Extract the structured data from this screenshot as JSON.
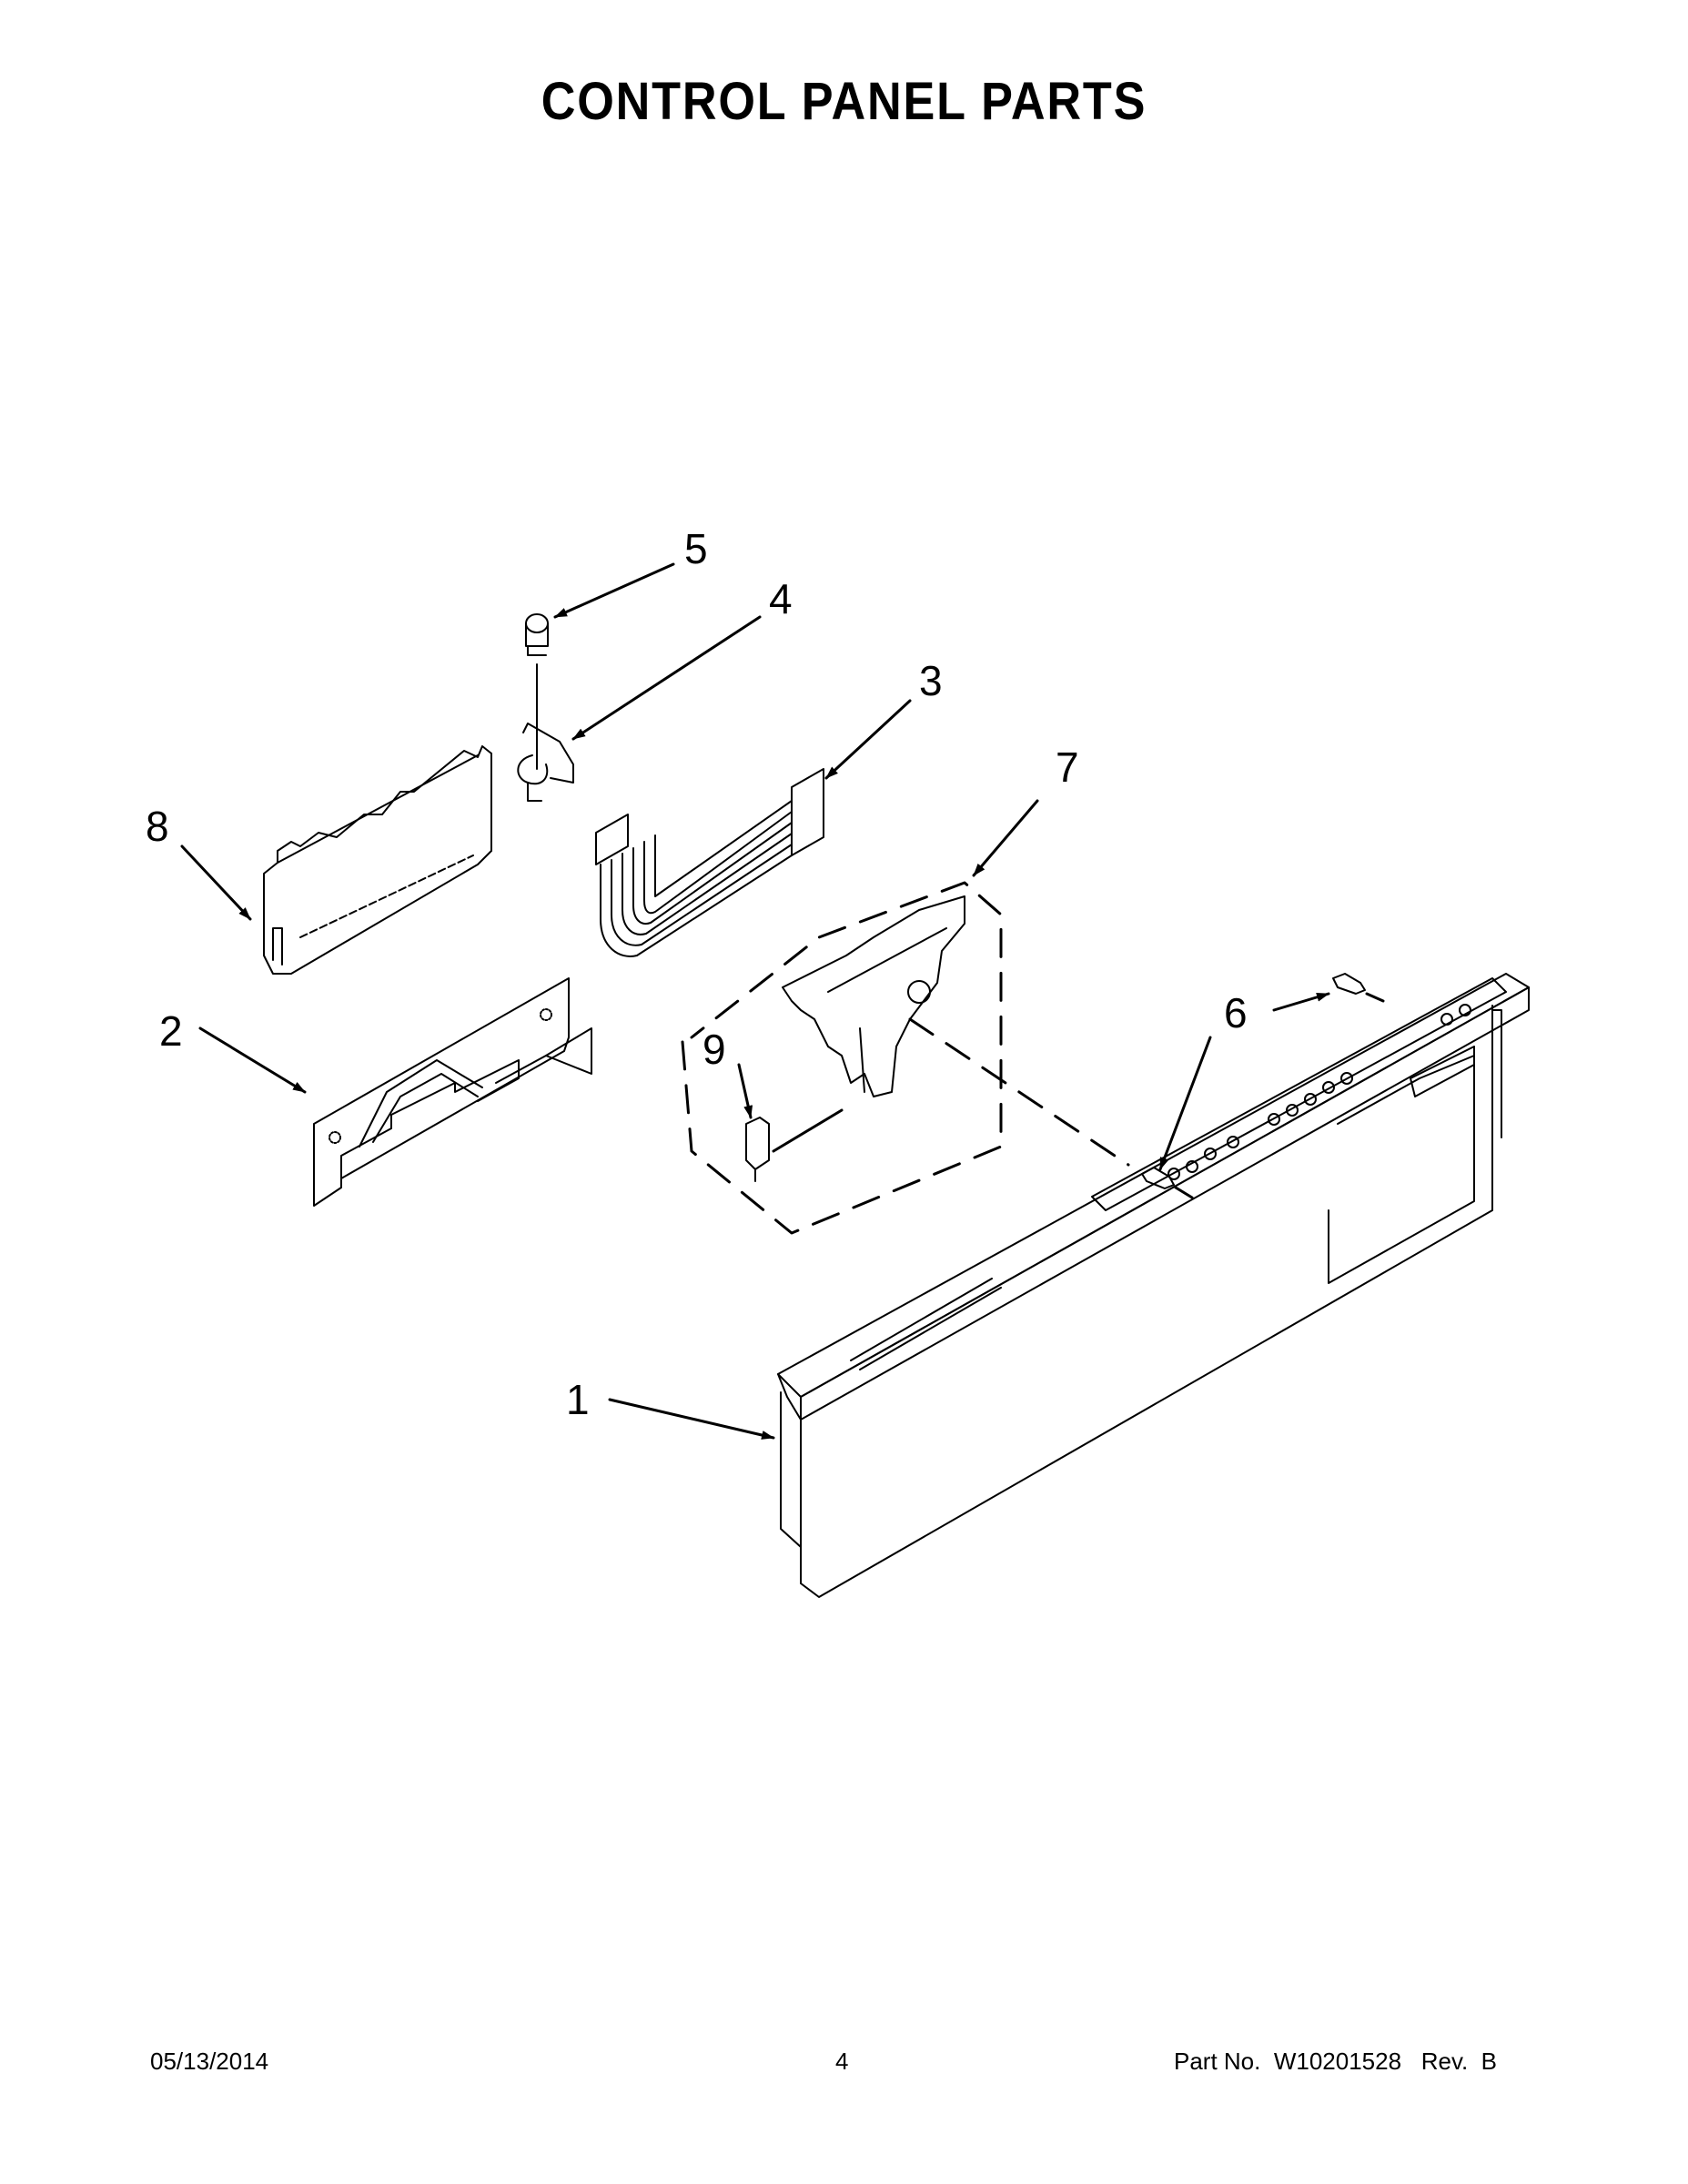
{
  "header": {
    "title": "CONTROL PANEL PARTS"
  },
  "callouts": [
    {
      "id": "1",
      "label": "1"
    },
    {
      "id": "2",
      "label": "2"
    },
    {
      "id": "3",
      "label": "3"
    },
    {
      "id": "4",
      "label": "4"
    },
    {
      "id": "5",
      "label": "5"
    },
    {
      "id": "6",
      "label": "6"
    },
    {
      "id": "7",
      "label": "7"
    },
    {
      "id": "8",
      "label": "8"
    },
    {
      "id": "9",
      "label": "9"
    }
  ],
  "footer": {
    "date": "05/13/2014",
    "page": "4",
    "part_no": "Part No.  W10201528   Rev.  B"
  }
}
